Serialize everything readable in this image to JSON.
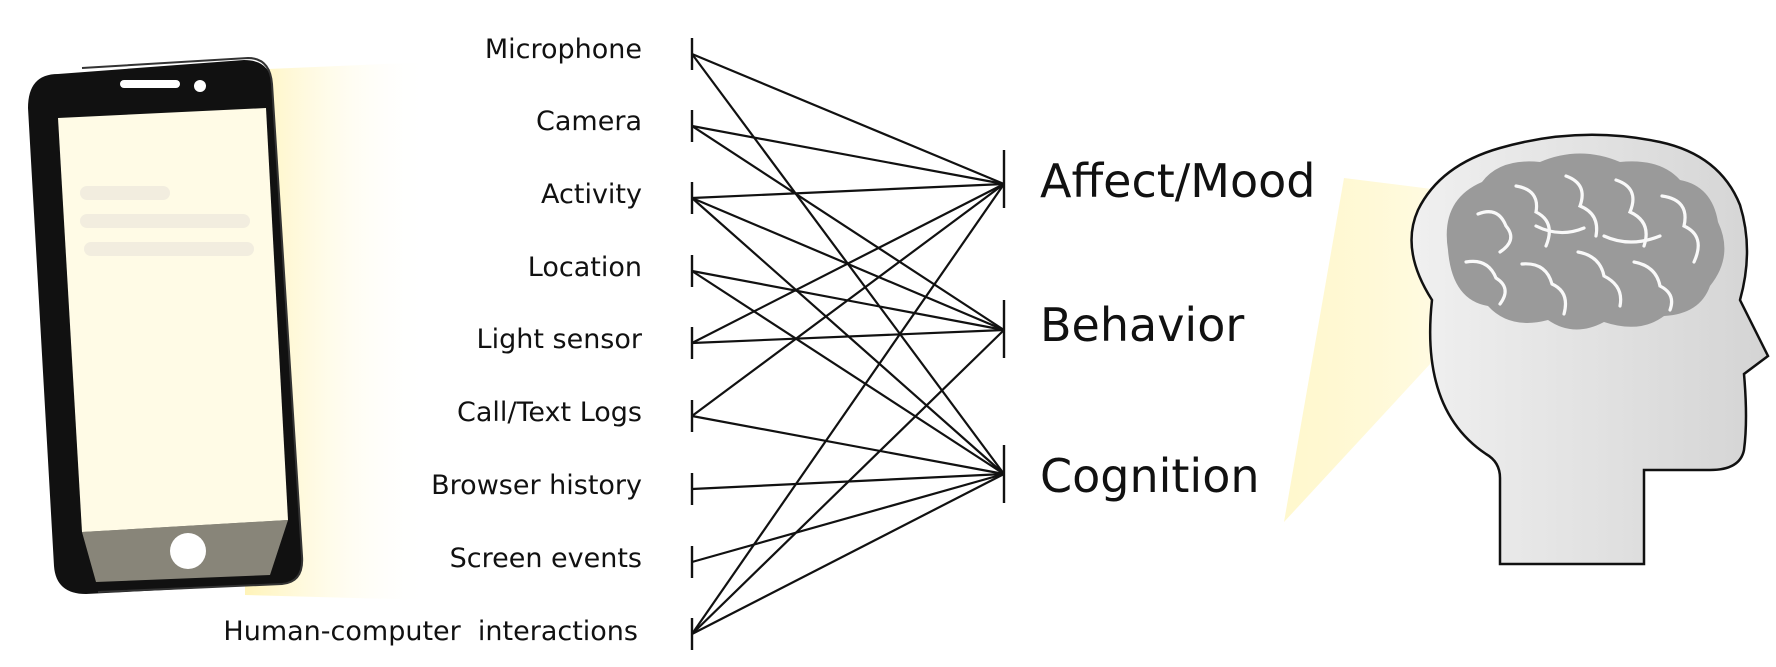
{
  "sources": [
    {
      "id": "microphone",
      "label": "Microphone",
      "targets": [
        "cognition",
        "affect"
      ]
    },
    {
      "id": "camera",
      "label": "Camera",
      "targets": [
        "affect",
        "behavior"
      ]
    },
    {
      "id": "activity",
      "label": "Activity",
      "targets": [
        "affect",
        "behavior",
        "cognition"
      ]
    },
    {
      "id": "location",
      "label": "Location",
      "targets": [
        "behavior",
        "cognition"
      ]
    },
    {
      "id": "light-sensor",
      "label": "Light sensor",
      "targets": [
        "affect",
        "behavior"
      ]
    },
    {
      "id": "call-text-logs",
      "label": "Call/Text Logs",
      "targets": [
        "affect",
        "cognition"
      ]
    },
    {
      "id": "browser-history",
      "label": "Browser history",
      "targets": [
        "cognition"
      ]
    },
    {
      "id": "screen-events",
      "label": "Screen events",
      "targets": [
        "cognition"
      ]
    },
    {
      "id": "hci",
      "label": "Human-computer  interactions",
      "targets": [
        "affect",
        "behavior",
        "cognition"
      ]
    }
  ],
  "targets": [
    {
      "id": "affect",
      "label": "Affect/Mood"
    },
    {
      "id": "behavior",
      "label": "Behavior"
    },
    {
      "id": "cognition",
      "label": "Cognition"
    }
  ],
  "illustrations": {
    "phone": "smartphone-icon",
    "head": "human-head-icon",
    "brain": "brain-icon"
  },
  "colors": {
    "line": "#111111",
    "phone_body": "#111111",
    "screen": "#fffbe6",
    "glow": "#fff6c0",
    "head_fill": "#e2e2e2",
    "brain_fill": "#9a9a9a"
  }
}
